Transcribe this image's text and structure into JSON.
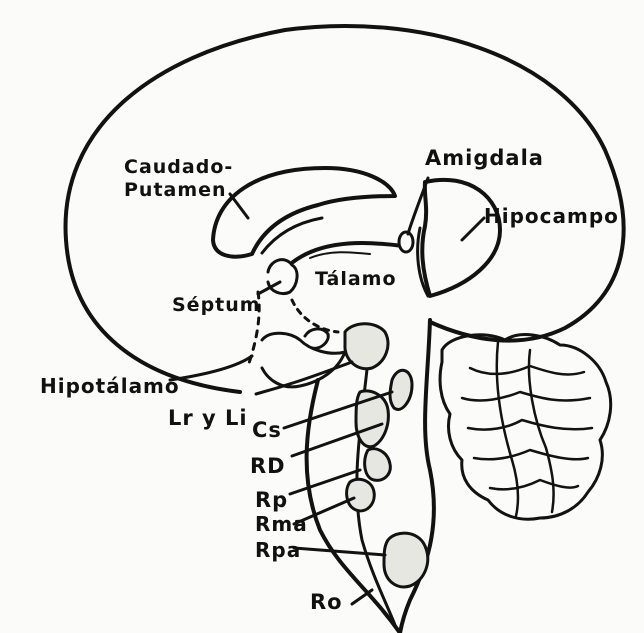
{
  "labels": {
    "caudado_line1": "Caudado-",
    "caudado_line2": "Putamen",
    "amigdala": "Amigdala",
    "hipocampo": "Hipocampo",
    "talamo": "Tálamo",
    "septum": "Séptum",
    "hipotalamo": "Hipotálamo",
    "lr_li": "Lr y Li",
    "cs": "Cs",
    "rd": "RD",
    "rp": "Rp",
    "rma": "Rma",
    "rpa": "Rpa",
    "ro": "Ro"
  },
  "colors": {
    "ink": "#121212",
    "paper": "#fbfbf9",
    "nuclei_shading": "#e7e7e2"
  }
}
